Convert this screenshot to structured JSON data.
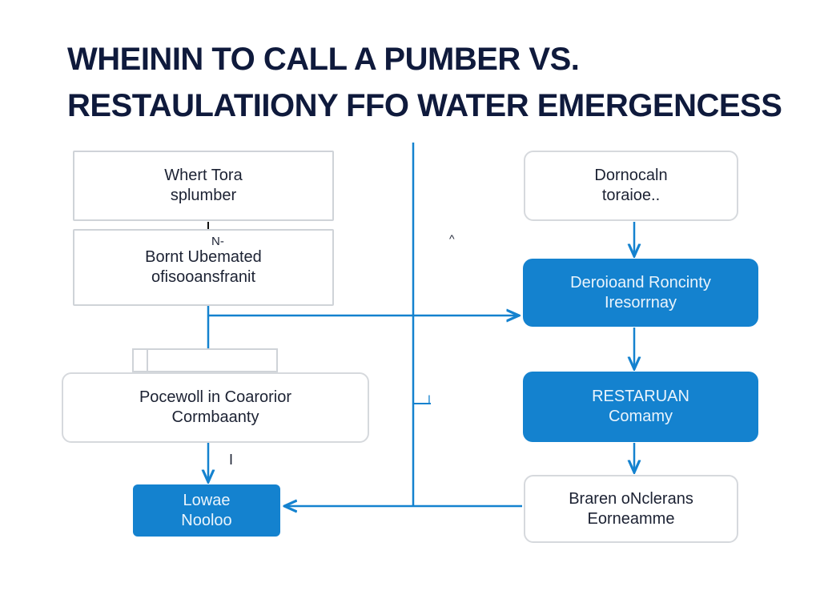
{
  "title": {
    "line1": "WHEININ TO CALL A PUMBER VS.",
    "line2": "RESTAULATIIONY FFO  WATER EMERGENCESS"
  },
  "left_column": {
    "node1": {
      "line1": "Whert Tora",
      "line2": "splumber"
    },
    "node2": {
      "line1": "Bornt Ubemated",
      "line2": "ofisooansfranit"
    },
    "node3": {
      "line1": "Pocewoll in Coarorior",
      "line2": "Cormbaanty"
    },
    "node4": {
      "line1": "Lowae",
      "line2": "Nooloo"
    }
  },
  "right_column": {
    "node1": {
      "line1": "Dornocaln",
      "line2": "toraioe.."
    },
    "node2": {
      "line1": "Deroioand Roncinty",
      "line2": "Iresorrnay"
    },
    "node3": {
      "line1": "RESTARUAN",
      "line2": "Comamy"
    },
    "node4": {
      "line1": "Braren oNclerans",
      "line2": "Eorneamme"
    }
  },
  "stray_marks": {
    "arrow_label": "N-",
    "mid_caret": "^",
    "left_mark": "I",
    "spine_mark": "I"
  },
  "colors": {
    "accent_blue": "#1482cf",
    "title_navy": "#0f1a3c",
    "box_border": "#cfd3d8"
  }
}
